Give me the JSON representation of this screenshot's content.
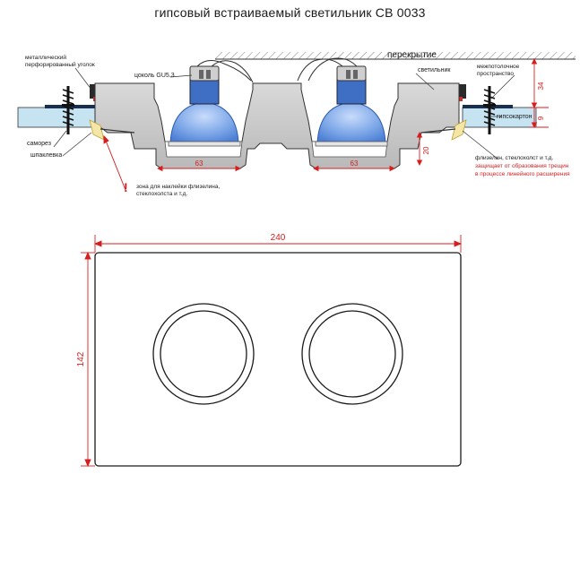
{
  "title": "гипсовый встраиваемый светильник СВ 0033",
  "section": {
    "ceiling_label": "перекрытие",
    "angle_label_1": "металлический",
    "angle_label_2": "перфорированный уголок",
    "socket_label": "цоколь GU5.3",
    "fixture_label": "светильник",
    "interceiling_label_1": "межпотолочное",
    "interceiling_label_2": "пространство",
    "drywall_label": "гипсокартон",
    "screw_label": "саморез",
    "putty_label": "шпаклевка",
    "zone_label_1": "зона для наклейки флизелина,",
    "zone_label_2": "стеклохолста и т.д.",
    "fleece_label": "флизелин, стеклохолст и т.д.",
    "protect_label_1": "защищает от образования трещин",
    "protect_label_2": "в процессе линейного расширения",
    "dim_63_left": "63",
    "dim_63_right": "63",
    "dim_20": "20",
    "dim_34": "34",
    "dim_9": "9",
    "exclamation": "!"
  },
  "plan": {
    "dim_width": "240",
    "dim_height": "142"
  },
  "colors": {
    "dimension": "#d61e1e",
    "body_gray": "#c9c9c9",
    "lamp_blue": "#7da7e8",
    "drywall_blue": "#c6e3f2",
    "outline": "#1a1a1a"
  }
}
